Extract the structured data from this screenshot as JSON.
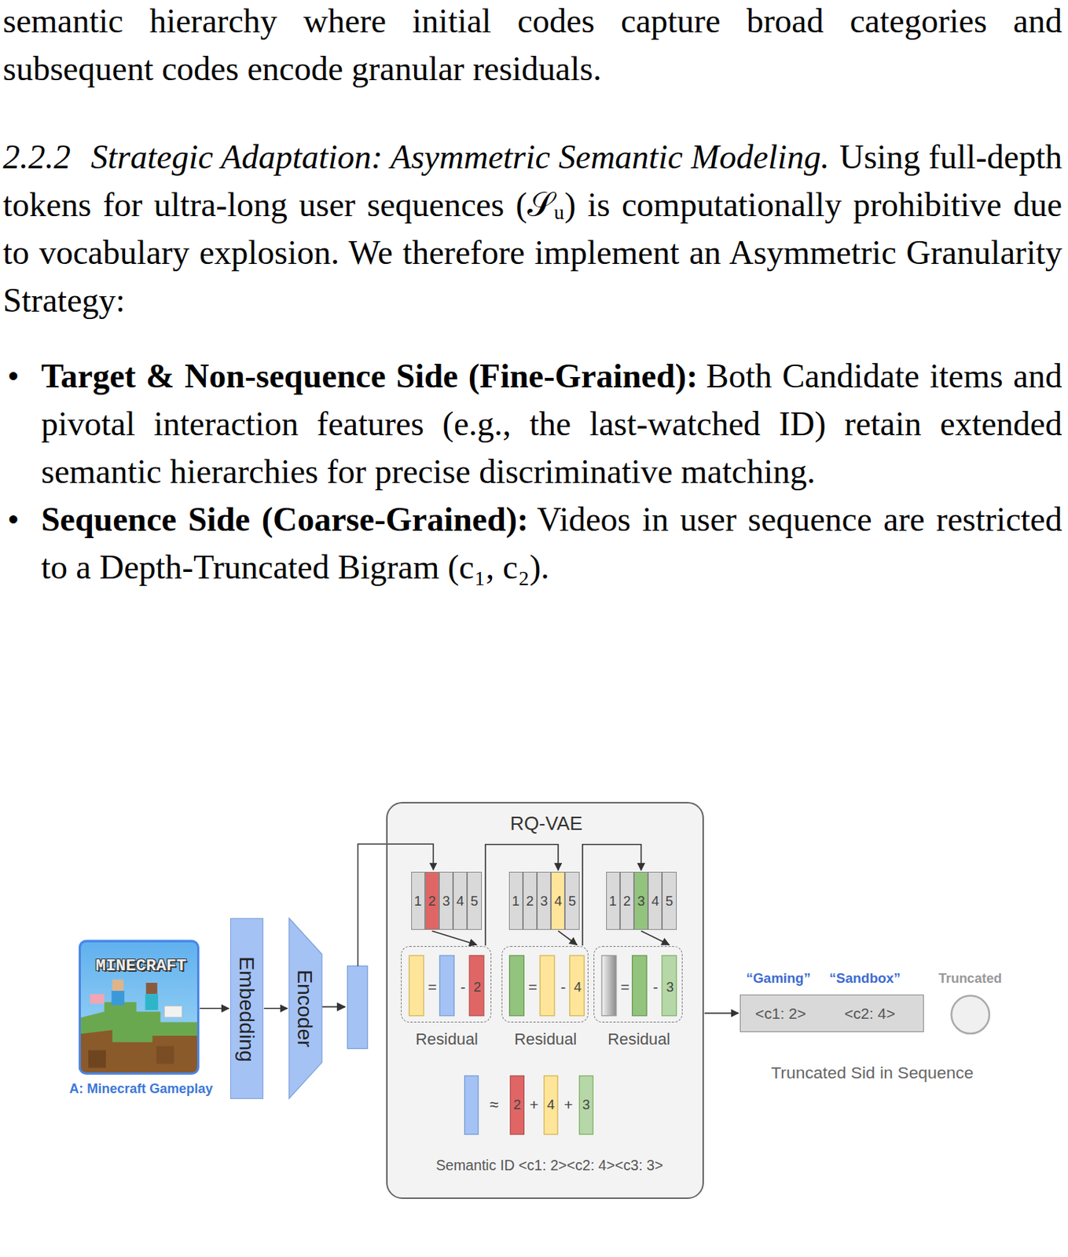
{
  "diagram": {
    "nodes": [
      {
        "text": [
          "MINECRAFT",
          "A: Minecraft Gameplay"
        ]
      },
      {
        "text": [
          "Embedding"
        ]
      },
      {
        "text": [
          "Encoder"
        ]
      },
      {
        "text": [
          "RQ-VAE",
          "Semantic ID <c1: 2><c2: 4><c3: 3>"
        ]
      },
      {
        "text": [
          "1",
          "2",
          "3",
          "4",
          "5"
        ],
        "in": 3
      },
      {
        "text": [
          "1",
          "2",
          "3",
          "4",
          "5"
        ],
        "in": 3
      },
      {
        "text": [
          "1",
          "2",
          "3",
          "4",
          "5"
        ],
        "in": 3
      },
      {
        "text": [
          "=",
          "-",
          "2",
          "Residual"
        ],
        "in": 3
      },
      {
        "text": [
          "=",
          "-",
          "4",
          "Residual"
        ],
        "in": 3
      },
      {
        "text": [
          "=",
          "-",
          "3",
          "Residual"
        ],
        "in": 3
      },
      {
        "text": [
          "<c1: 2>",
          "<c2: 4>"
        ]
      },
      {
        "text": [
          "Truncated"
        ]
      }
    ],
    "edges": [
      {
        "from": 0,
        "to": 1,
        "arrow": "to"
      },
      {
        "from": 1,
        "to": 2,
        "arrow": "to"
      },
      {
        "from": 4,
        "to": 7,
        "arrow": "to"
      },
      {
        "from": 5,
        "to": 8,
        "arrow": "to"
      },
      {
        "from": 6,
        "to": 9,
        "arrow": "to"
      },
      {
        "from": 7,
        "to": 5,
        "arrow": "to"
      },
      {
        "from": 8,
        "to": 6,
        "arrow": "to"
      },
      {
        "from": 3,
        "to": 10,
        "arrow": "to"
      }
    ],
    "labels": [
      "semantic hierarchy where initial codes capture broad categories and subsequent codes encode granular residuals.",
      "2.2.2",
      "Strategic Adaptation: Asymmetric Semantic Modeling.",
      "Using full-depth tokens for ultra-long user sequences (𝒮ᵤ) is computationally prohibitive due to vocabulary explosion. We therefore implement an Asymmetric Granularity Strategy:",
      "•",
      "Target & Non-sequence Side (Fine-Grained):",
      "Both Candidate items and pivotal interaction features (e.g., the last-watched ID) retain extended semantic hierarchies for precise discriminative matching.",
      "•",
      "Sequence Side (Coarse-Grained):",
      "Videos in user sequence are restricted to a Depth-Truncated Bigram (c₁, c₂).",
      "≈",
      "2",
      "+",
      "4",
      "+",
      "3",
      "“Gaming”",
      "“Sandbox”",
      "Truncated Sid in Sequence"
    ]
  }
}
